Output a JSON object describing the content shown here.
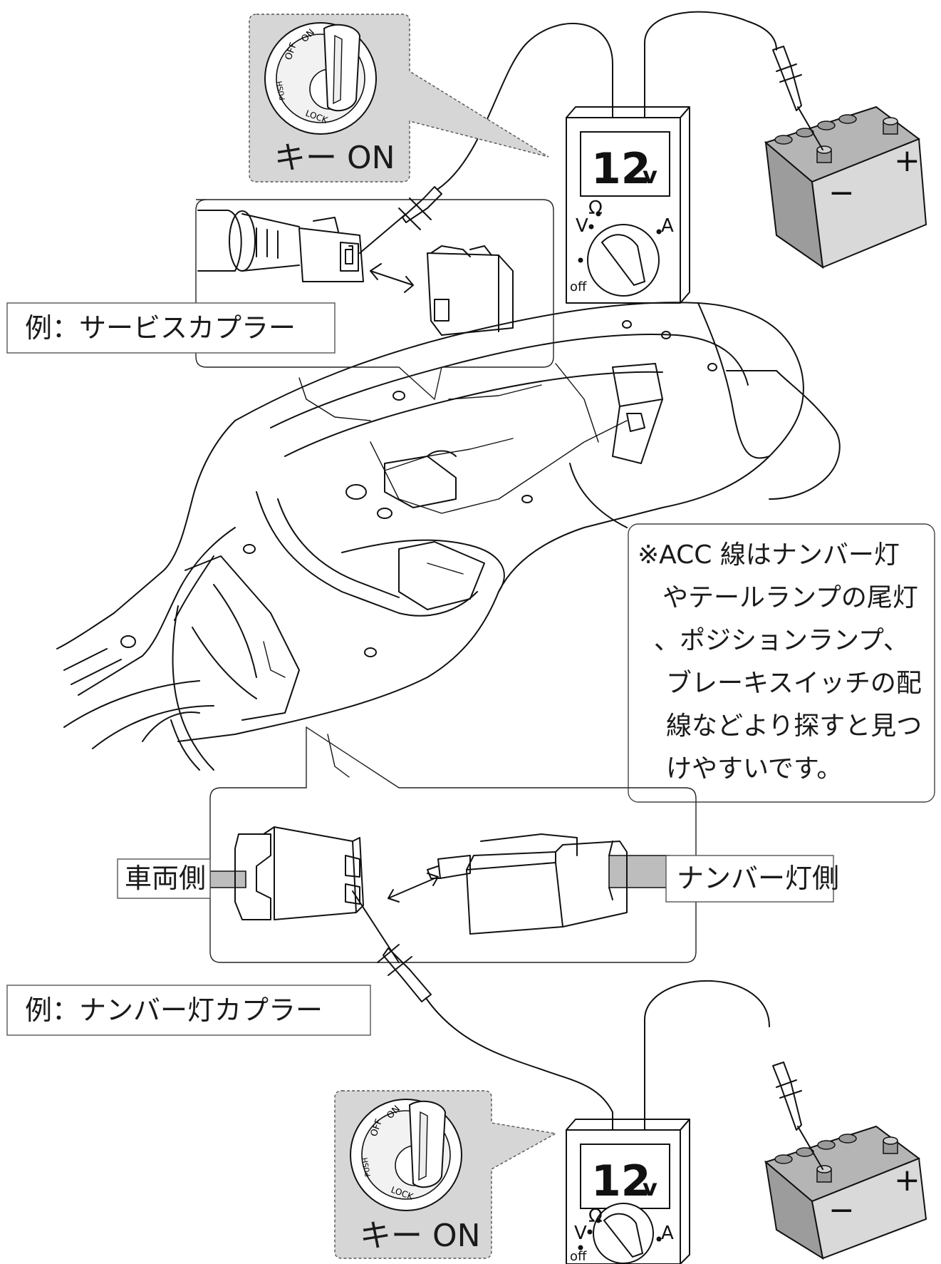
{
  "labels": {
    "service_coupler": "例：サービスカプラー",
    "number_coupler": "例：ナンバー灯カプラー",
    "vehicle_side": "車両側",
    "number_light_side": "ナンバー灯側"
  },
  "key_switch_top": {
    "caption": "キー ON",
    "ring_marks": [
      "OFF",
      "ON",
      "PUSH",
      "LOCK"
    ]
  },
  "key_switch_bottom": {
    "caption": "キー ON",
    "ring_marks": [
      "OFF",
      "ON",
      "PUSH",
      "LOCK"
    ]
  },
  "meter_top": {
    "reading_value": "12",
    "reading_unit": "v",
    "dial_labels": {
      "volt": "V",
      "ohm": "Ω",
      "amp": "A",
      "off": "off"
    }
  },
  "meter_bottom": {
    "reading_value": "12",
    "reading_unit": "v",
    "dial_labels": {
      "volt": "V",
      "ohm": "Ω",
      "amp": "A",
      "off": "off"
    }
  },
  "battery_top": {
    "plus": "+",
    "minus": "−"
  },
  "battery_bottom": {
    "plus": "+",
    "minus": "−"
  },
  "note": {
    "lines": [
      "※ACC 線はナンバー灯",
      "やテールランプの尾灯",
      "、ポジションランプ、",
      "ブレーキスイッチの配",
      "線などより探すと見つ",
      "けやすいです。"
    ]
  },
  "colors": {
    "gray_box": "#d6d6d6",
    "battery_body": "#d9d9d9",
    "battery_top": "#b5b5b5",
    "line": "#111111"
  }
}
